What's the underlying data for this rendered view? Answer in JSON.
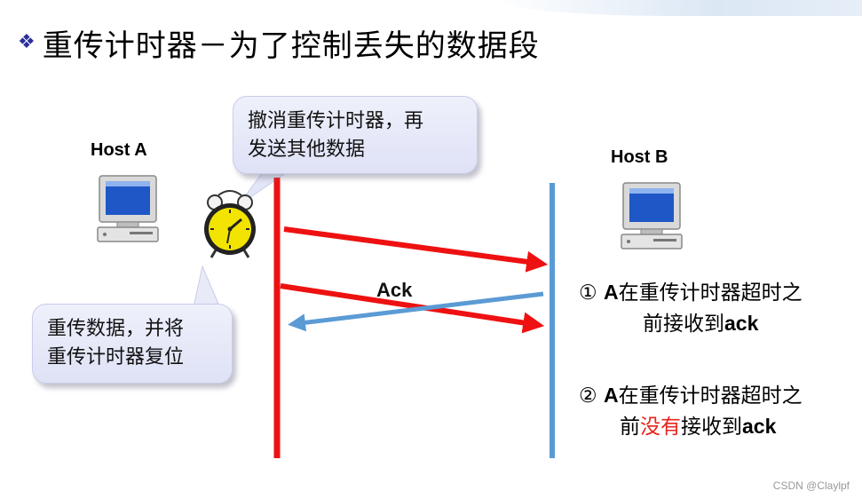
{
  "title": {
    "bullet_icon": "diamond-cluster-icon",
    "text": "重传计时器－为了控制丢失的数据段"
  },
  "hosts": {
    "a_label": "Host A",
    "b_label": "Host B"
  },
  "callout_top": {
    "line1": "撤消重传计时器，再",
    "line2": "发送其他数据"
  },
  "callout_left": {
    "line1": "重传数据，并将",
    "line2": "重传计时器复位"
  },
  "ack_label": "Ack",
  "case1": {
    "marker": "①",
    "bold_a": "A",
    "text1": "在重传计时器超时之",
    "text2_prefix": "前接收到",
    "bold_ack": "ack"
  },
  "case2": {
    "marker": "②",
    "bold_a": "A",
    "text1": "在重传计时器超时之",
    "text2_prefix": "前",
    "highlight": "没有",
    "text2_suffix": "接收到",
    "bold_ack": "ack"
  },
  "watermark": "CSDN @Claylpf",
  "colors": {
    "host_a_line": "#ee1111",
    "host_b_line": "#5b9bd5",
    "data_arrow": "#ee1111",
    "ack_arrow": "#5b9bd5",
    "highlight": "#e8241c",
    "clock_face": "#f2e400"
  },
  "icons": {
    "computer": "desktop-computer-icon",
    "clock": "alarm-clock-icon"
  }
}
